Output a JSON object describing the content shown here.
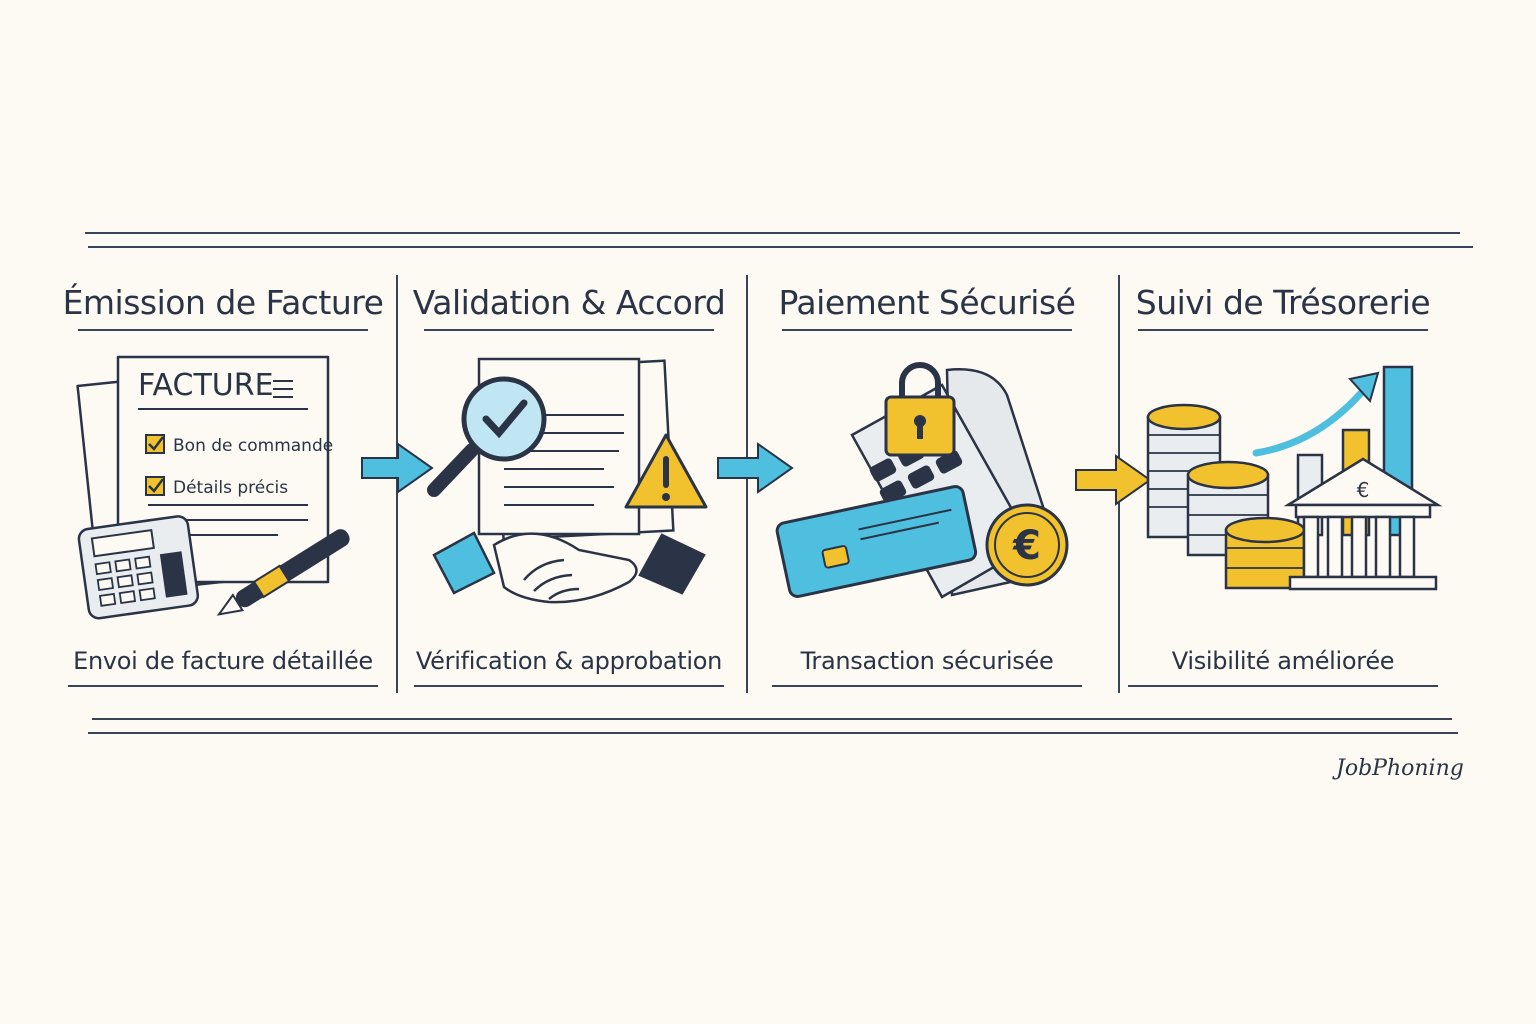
{
  "stages": [
    {
      "title": "Émission de Facture",
      "caption": "Envoi de facture détaillée",
      "doc_heading": "FACTURE",
      "checklist": [
        "Bon de commande",
        "Détails précis"
      ]
    },
    {
      "title": "Validation & Accord",
      "caption": "Vérification & approbation"
    },
    {
      "title": "Paiement Sécurisé",
      "caption": "Transaction sécurisée",
      "coin_symbol": "€"
    },
    {
      "title": "Suivi de Trésorerie",
      "caption": "Visibilité améliorée",
      "bank_symbol": "€"
    }
  ],
  "brand": "JobPhoning",
  "colors": {
    "ink": "#2b3446",
    "accent_blue": "#4fbfe0",
    "accent_yellow": "#f2c12e",
    "paper": "#fcfaf3"
  }
}
